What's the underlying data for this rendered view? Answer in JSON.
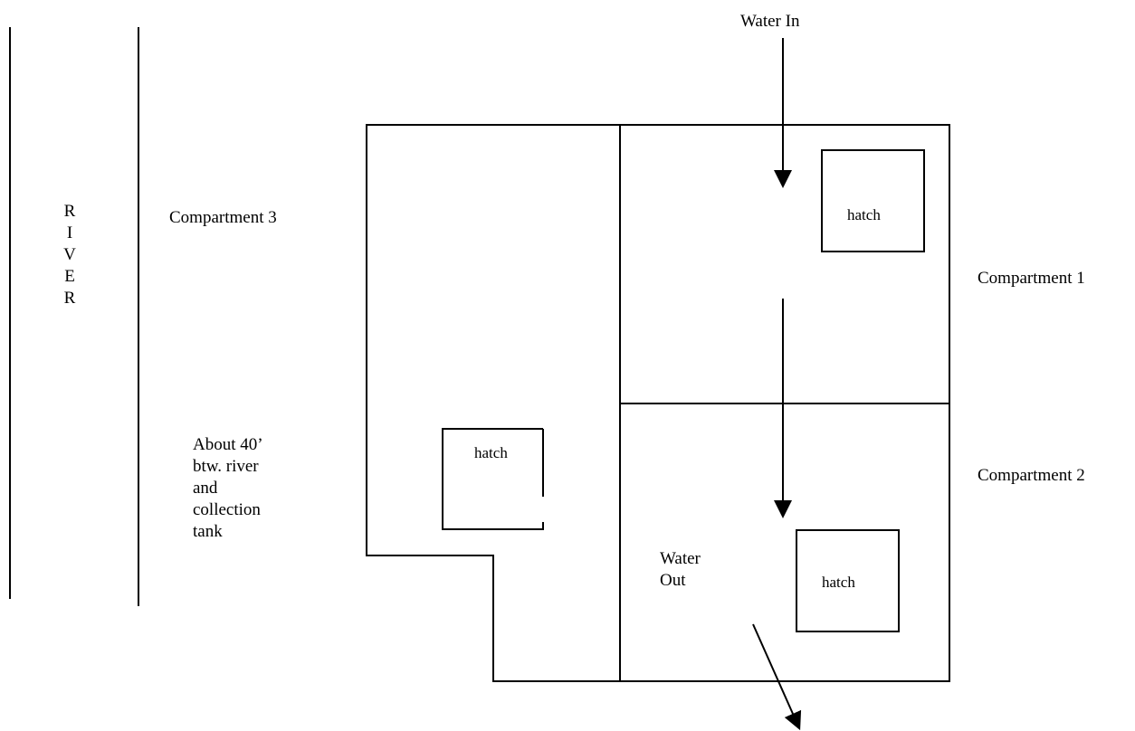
{
  "diagram": {
    "labels": {
      "water_in": "Water In",
      "compartment_1": "Compartment 1",
      "compartment_2": "Compartment 2",
      "compartment_3": "Compartment 3",
      "hatch_c1": "hatch",
      "hatch_c2": "hatch",
      "hatch_c3": "hatch",
      "water_out_line1": "Water",
      "water_out_line2": "Out"
    },
    "river_letters": [
      "R",
      "I",
      "V",
      "E",
      "R"
    ],
    "distance_note": [
      "About 40’",
      "btw. river",
      "and",
      "collection",
      "tank"
    ],
    "colors": {
      "line": "#000000",
      "background": "#ffffff"
    }
  }
}
